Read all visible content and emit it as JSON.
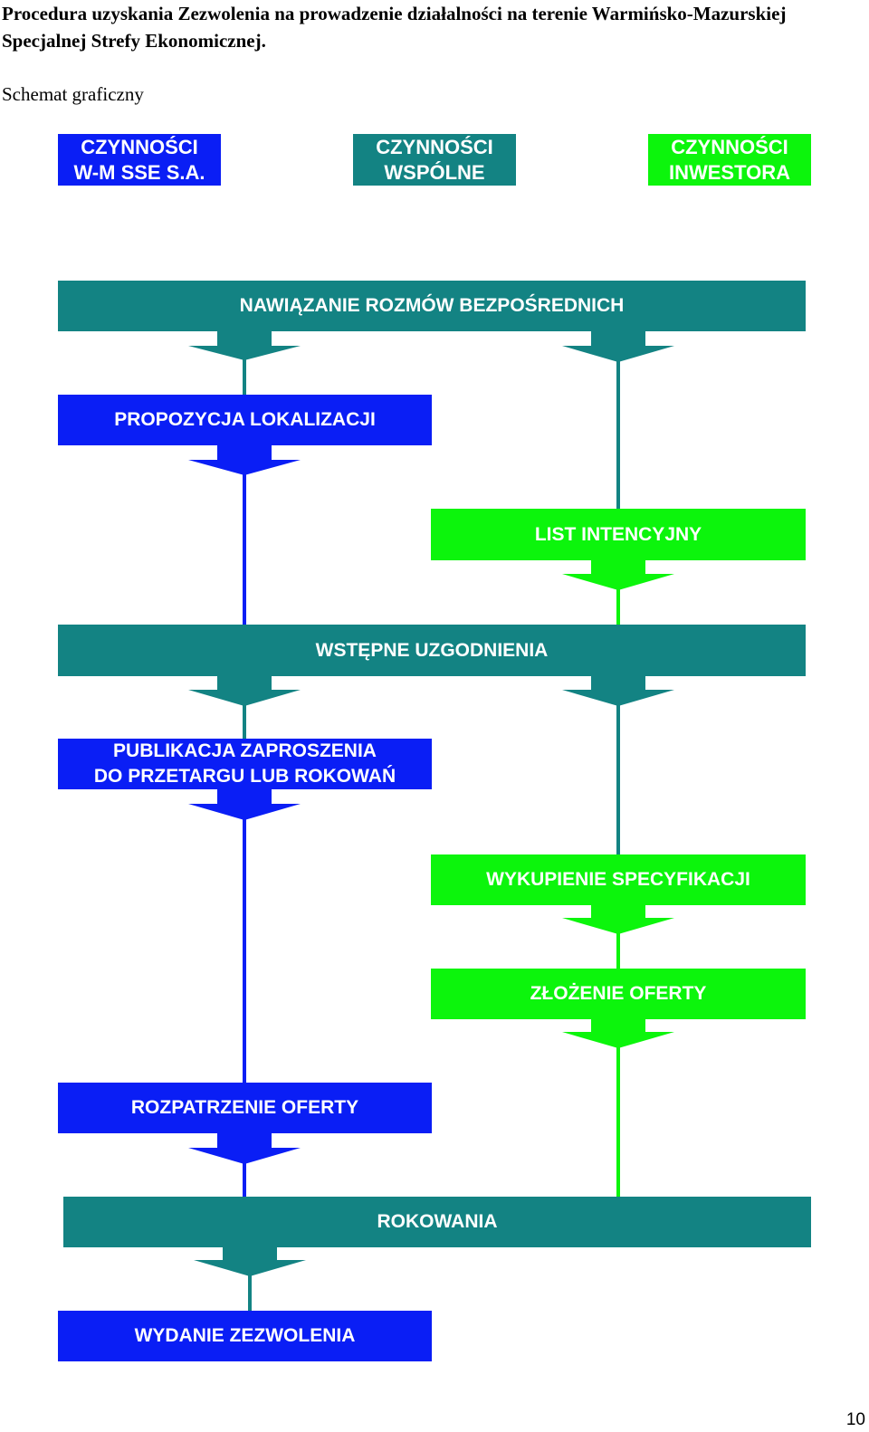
{
  "header": {
    "title": "Procedura uzyskania Zezwolenia na prowadzenie działalności  na terenie Warmińsko-Mazurskiej Specjalnej Strefy Ekonomicznej.",
    "subtitle": "Schemat graficzny"
  },
  "legend": {
    "wm_line1": "CZYNNOŚCI",
    "wm_line2": "W-M SSE S.A.",
    "common_line1": "CZYNNOŚCI",
    "common_line2": "WSPÓLNE",
    "investor_line1": "CZYNNOŚCI",
    "investor_line2": "INWESTORA"
  },
  "steps": {
    "s1": "NAWIĄZANIE ROZMÓW BEZPOŚREDNICH",
    "s2": "PROPOZYCJA LOKALIZACJI",
    "s3": "LIST INTENCYJNY",
    "s4": "WSTĘPNE UZGODNIENIA",
    "s5_line1": "PUBLIKACJA ZAPROSZENIA",
    "s5_line2": "DO PRZETARGU LUB ROKOWAŃ",
    "s6": "WYKUPIENIE SPECYFIKACJI",
    "s7": "ZŁOŻENIE OFERTY",
    "s8": "ROZPATRZENIE OFERTY",
    "s9": "ROKOWANIA",
    "s10": "WYDANIE ZEZWOLENIA"
  },
  "colors": {
    "wm_sse": "#0a1ef5",
    "common": "#138383",
    "investor": "#0cf50c"
  },
  "page_number": "10"
}
